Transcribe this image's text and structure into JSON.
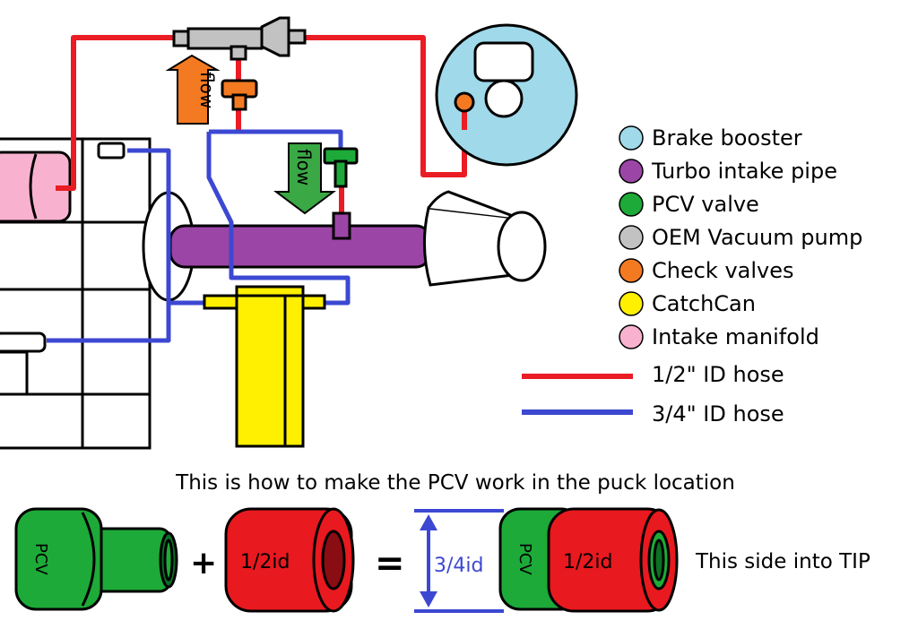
{
  "colors": {
    "brake_booster": "#9fd9ea",
    "turbo_intake_pipe": "#9b45a6",
    "pcv_valve": "#1daa38",
    "oem_vacuum_pump": "#c2c2c2",
    "check_valves": "#f47a22",
    "catch_can": "#ffef00",
    "intake_manifold": "#f8b2cf",
    "hose_half_inch": "#ea1c24",
    "hose_three_quarter": "#3c48d2",
    "fitting_red": "#e8191f",
    "fitting_dark_red": "#8a0d14"
  },
  "flow_arrows": [
    {
      "label": "flow",
      "direction": "up",
      "color": "#f47a22"
    },
    {
      "label": "flow",
      "direction": "down",
      "color": "#3aa844"
    }
  ],
  "legend": {
    "items": [
      {
        "label": "Brake booster",
        "color": "#9fd9ea"
      },
      {
        "label": "Turbo intake pipe",
        "color": "#9b45a6"
      },
      {
        "label": "PCV valve",
        "color": "#1daa38"
      },
      {
        "label": "OEM Vacuum pump",
        "color": "#c2c2c2"
      },
      {
        "label": "Check valves",
        "color": "#f47a22"
      },
      {
        "label": "CatchCan",
        "color": "#ffef00"
      },
      {
        "label": "Intake manifold",
        "color": "#f8b2cf"
      }
    ],
    "hoses": [
      {
        "label": "1/2\" ID hose",
        "color": "#ea1c24"
      },
      {
        "label": "3/4\" ID hose",
        "color": "#3c48d2"
      }
    ]
  },
  "bottom": {
    "caption": "This is how to make the PCV work in the puck location",
    "pcv_label": "PCV",
    "half_id_label": "1/2id",
    "plus": "+",
    "equals": "=",
    "three_quarter_label": "3/4id",
    "result_pcv_label": "PCV",
    "result_half_label": "1/2id",
    "side_note": "This side into TIP"
  }
}
